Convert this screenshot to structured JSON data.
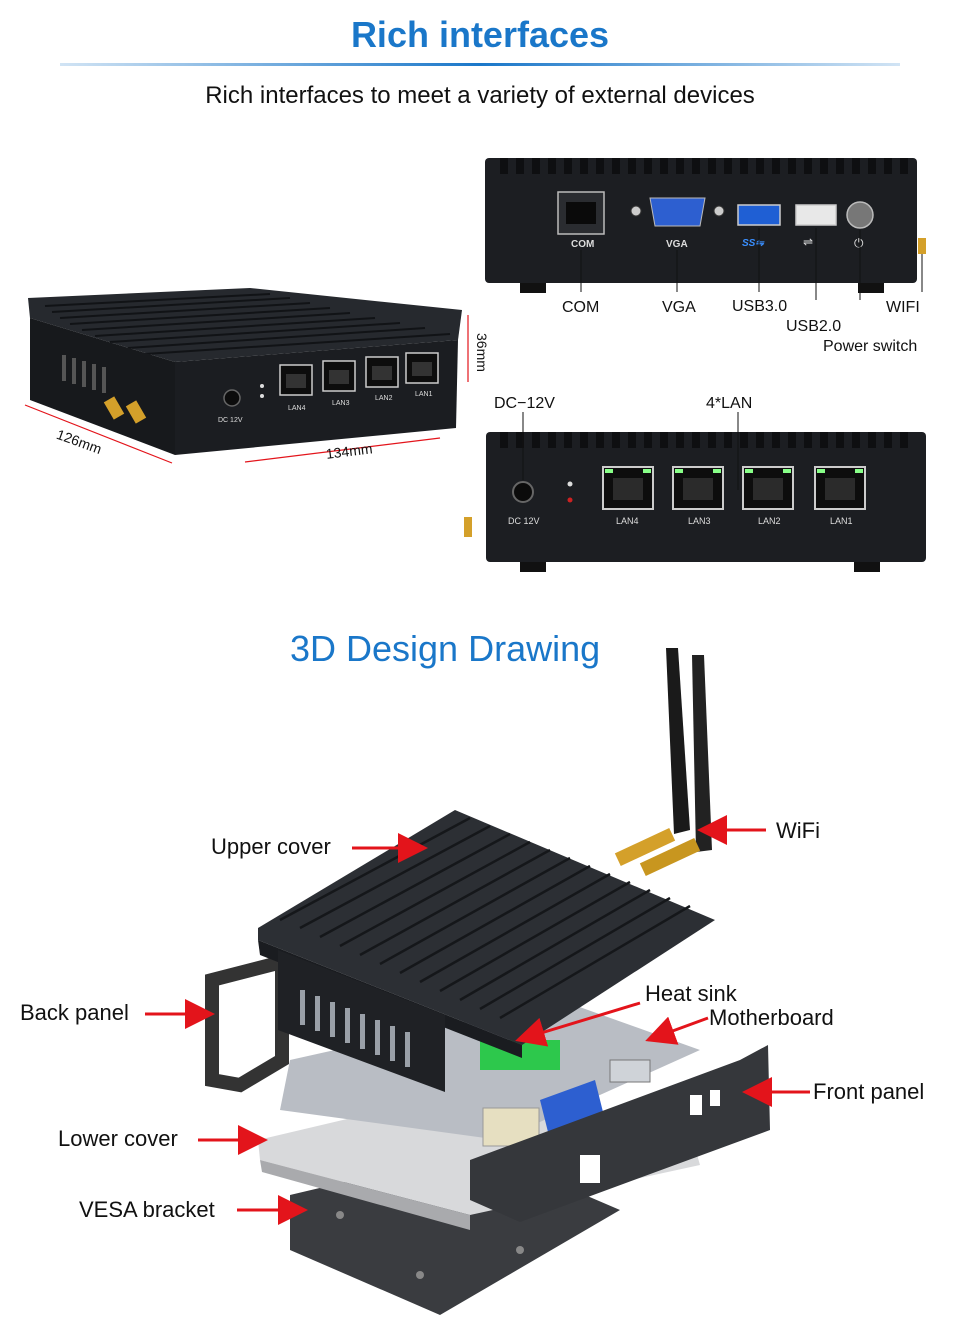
{
  "header": {
    "title": "Rich interfaces",
    "subtitle": "Rich interfaces to meet a variety of external devices"
  },
  "angled_view": {
    "dimensions": {
      "depth": "126mm",
      "width": "134mm",
      "height": "36mm"
    },
    "port_labels": [
      "LAN4",
      "LAN3",
      "LAN2",
      "LAN1"
    ],
    "dc_label": "DC 12V"
  },
  "back_view": {
    "port_prints": {
      "com": "COM",
      "vga": "VGA"
    },
    "callouts": {
      "com": "COM",
      "vga": "VGA",
      "usb3": "USB3.0",
      "usb2": "USB2.0",
      "wifi": "WIFI",
      "power": "Power switch"
    }
  },
  "front_view": {
    "callouts": {
      "dc": "DC−12V",
      "lan": "4*LAN"
    },
    "port_prints": {
      "dc": "DC 12V",
      "lan4": "LAN4",
      "lan3": "LAN3",
      "lan2": "LAN2",
      "lan1": "LAN1"
    }
  },
  "design": {
    "title": "3D Design Drawing",
    "labels": {
      "upper_cover": "Upper cover",
      "wifi": "WiFi",
      "back_panel": "Back panel",
      "heat_sink": "Heat sink",
      "motherboard": "Motherboard",
      "front_panel": "Front panel",
      "lower_cover": "Lower cover",
      "vesa_bracket": "VESA bracket"
    }
  },
  "colors": {
    "accent": "#1a77c9",
    "arrow": "#e3141b",
    "chassis": "#1c1e22",
    "fin": "#2c2f34",
    "heatsink_pad": "#2dc84c",
    "antenna_connector": "#d4a02a"
  }
}
